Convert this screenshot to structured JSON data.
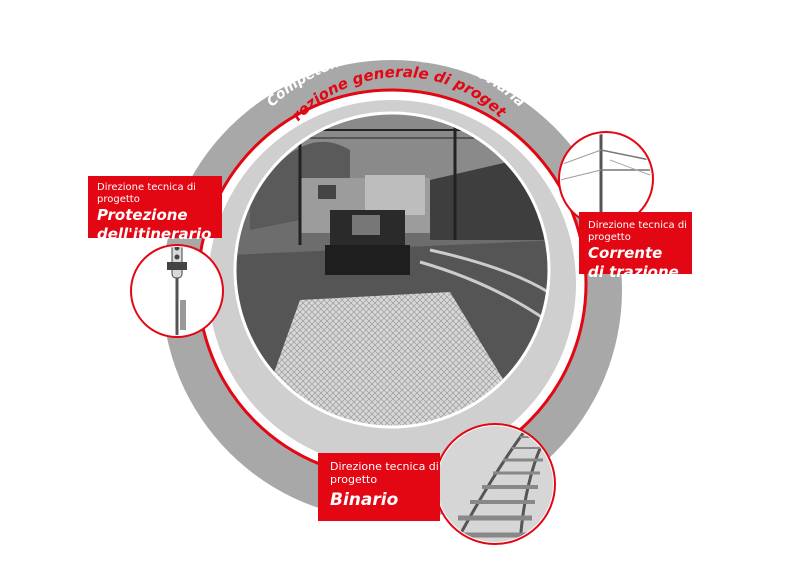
{
  "diagram": {
    "outer_ring_title": "Competenza tecnologia ferroviaria",
    "inner_ring_title": "Direzione generale di progetto",
    "nodes": [
      {
        "id": "protezione",
        "subtitle": "Direzione tecnica di progetto",
        "title": "Protezione\ndell'itinerario",
        "icon": "signal-light-icon"
      },
      {
        "id": "corrente",
        "subtitle": "Direzione tecnica di progetto",
        "title": "Corrente\ndi trazione",
        "icon": "catenary-mast-icon"
      },
      {
        "id": "binario",
        "subtitle": "Direzione tecnica di progetto",
        "title": "Binario",
        "icon": "railway-track-icon"
      }
    ],
    "center_image": "railway-construction-photo",
    "colors": {
      "accent": "#e30613",
      "ring": "#a8a8a8",
      "photo": "#6d6d6d"
    }
  }
}
